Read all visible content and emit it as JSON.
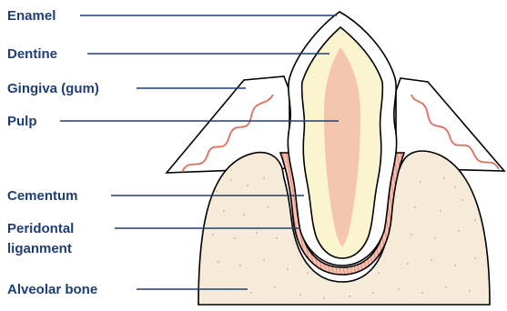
{
  "labels": {
    "enamel": "Enamel",
    "dentine": "Dentine",
    "gingiva": "Gingiva (gum)",
    "pulp": "Pulp",
    "cementum": "Cementum",
    "periodontal_line1": "Peridontal",
    "periodontal_line2": "liganment",
    "alveolar": "Alveolar bone"
  },
  "colors": {
    "label_text": "#1f3f74",
    "leader_line": "#1f3f74",
    "outline": "#000000",
    "enamel_fill": "#ffffff",
    "dentine_fill": "#fbf5cf",
    "pulp_fill": "#f5c6ae",
    "bone_fill": "#f6ebd9",
    "bone_speckle": "#e9b4a4",
    "gingiva_wave": "#e06d5c",
    "ligament_fill": "#f6c3b3",
    "ligament_hatch": "#e06d5c"
  }
}
